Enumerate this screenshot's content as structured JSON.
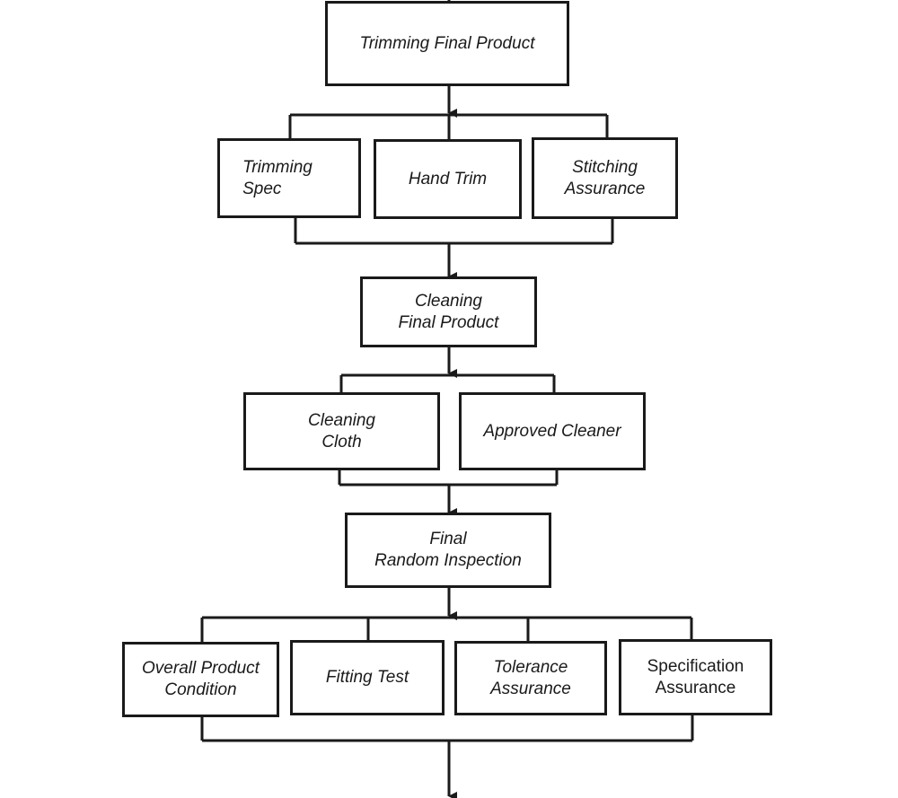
{
  "boxes": {
    "trimming_final_product": "Trimming Final Product",
    "trimming_spec": "Trimming\nSpec",
    "hand_trim": "Hand Trim",
    "stitching_assurance": "Stitching\nAssurance",
    "cleaning_final_product": "Cleaning\nFinal Product",
    "cleaning_cloth": "Cleaning\nCloth",
    "approved_cleaner": "Approved Cleaner",
    "final_random_inspection": "Final\nRandom Inspection",
    "overall_product_condition": "Overall Product\nCondition",
    "fitting_test": "Fitting Test",
    "tolerance_assurance": "Tolerance\nAssurance",
    "specification_assurance": "Specification\nAssurance"
  }
}
